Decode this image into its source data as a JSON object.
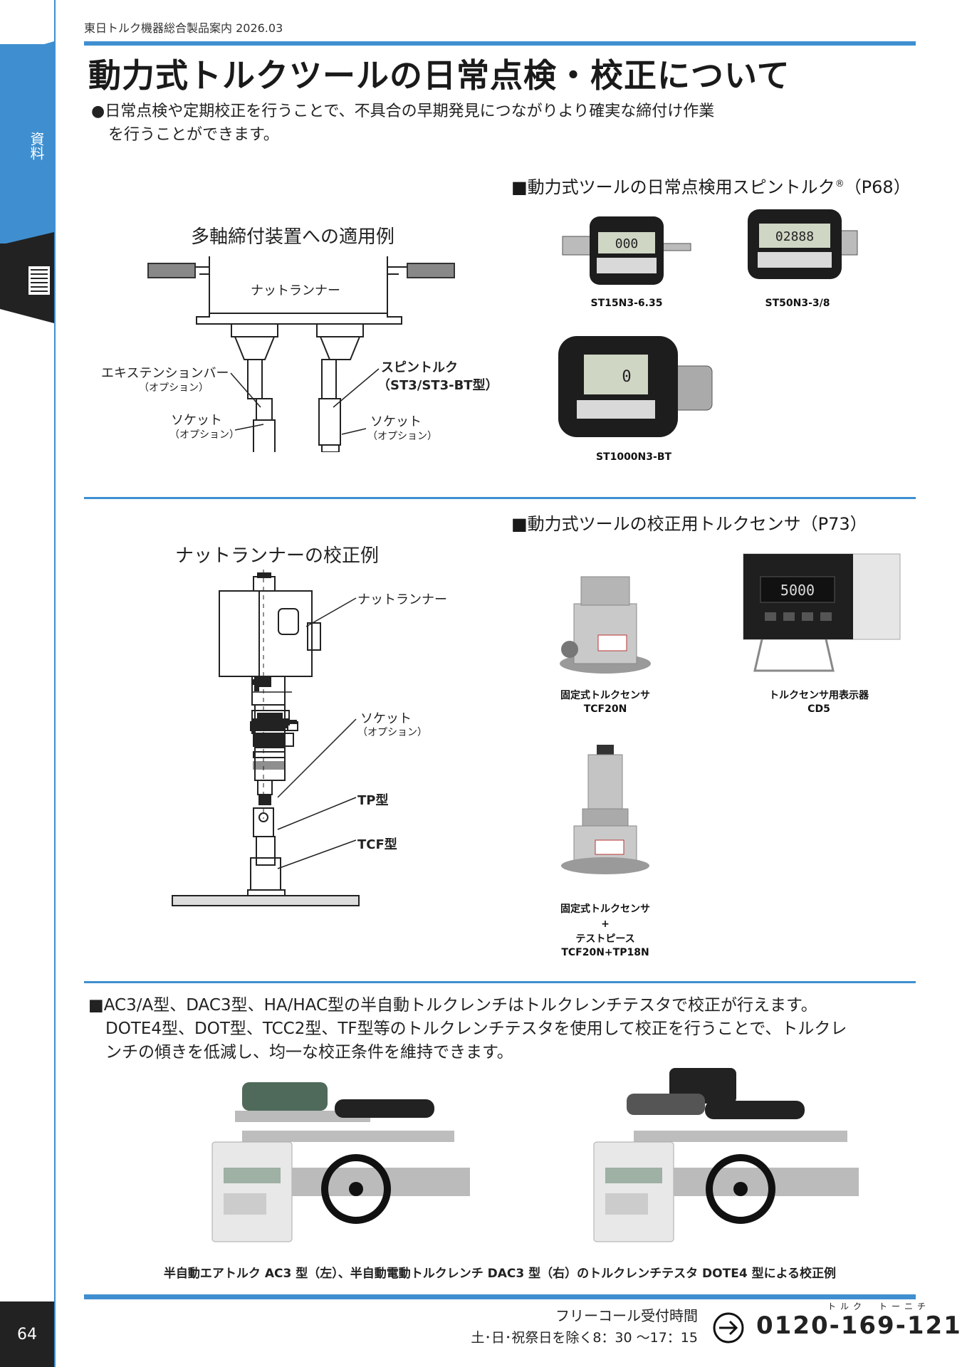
{
  "header": {
    "catalog": "東日トルク機器総合製品案内 2026.03"
  },
  "side_tab": {
    "label": "資料"
  },
  "page": {
    "title": "動力式トルクツールの日常点検・校正について",
    "number": "64"
  },
  "intro": {
    "line1": "●日常点検や定期校正を行うことで、不具合の早期発見につながりより確実な締付け作業",
    "line2": "を行うことができます。"
  },
  "section1": {
    "heading": "■動力式ツールの日常点検用スピントルク",
    "heading_mark": "®",
    "heading_ref": "（P68）",
    "diagram_title": "多軸締付装置への適用例",
    "labels": {
      "nutrunner": "ナットランナー",
      "extension": "エキステンションバー",
      "extension_sub": "（オプション）",
      "socket_left": "ソケット",
      "socket_left_sub": "（オプション）",
      "spintorque": "スピントルク",
      "spintorque_sub": "（ST3/ST3-BT型）",
      "socket_right": "ソケット",
      "socket_right_sub": "（オプション）"
    },
    "products": [
      {
        "model": "ST15N3-6.35",
        "display": "000"
      },
      {
        "model": "ST50N3-3/8",
        "display": "02888"
      },
      {
        "model": "ST1000N3-BT",
        "display": "0"
      }
    ]
  },
  "section2": {
    "heading": "■動力式ツールの校正用トルクセンサ（P73）",
    "diagram_title": "ナットランナーの校正例",
    "labels": {
      "nutrunner": "ナットランナー",
      "socket": "ソケット",
      "socket_sub": "（オプション）",
      "tp": "TP型",
      "tcf": "TCF型"
    },
    "products": [
      {
        "name": "固定式トルクセンサ",
        "model": "TCF20N"
      },
      {
        "name": "トルクセンサ用表示器",
        "model": "CD5",
        "display": "5000"
      },
      {
        "name": "固定式トルクセンサ",
        "plus": "+",
        "name2": "テストピース",
        "model": "TCF20N+TP18N"
      }
    ]
  },
  "section3": {
    "line1": "■AC3/A型、DAC3型、HA/HAC型の半自動トルクレンチはトルクレンチテスタで校正が行えます。",
    "line2": "DOTE4型、DOT型、TCC2型、TF型等のトルクレンチテスタを使用して校正を行うことで、トルクレ",
    "line3": "ンチの傾きを低減し、均一な校正条件を維持できます。",
    "caption": "半自動エアトルク AC3 型（左）、半自動電動トルクレンチ DAC3 型（右）のトルクレンチテスタ DOTE4 型による校正例"
  },
  "footer": {
    "freecall": "フリーコール受付時間",
    "hours": "土･日･祝祭日を除く8：30 ～17：15",
    "phone": "0120-169-121",
    "ruby": "トルク　トーニチ",
    "arrow_icon": "arrow-right-circle-icon"
  }
}
